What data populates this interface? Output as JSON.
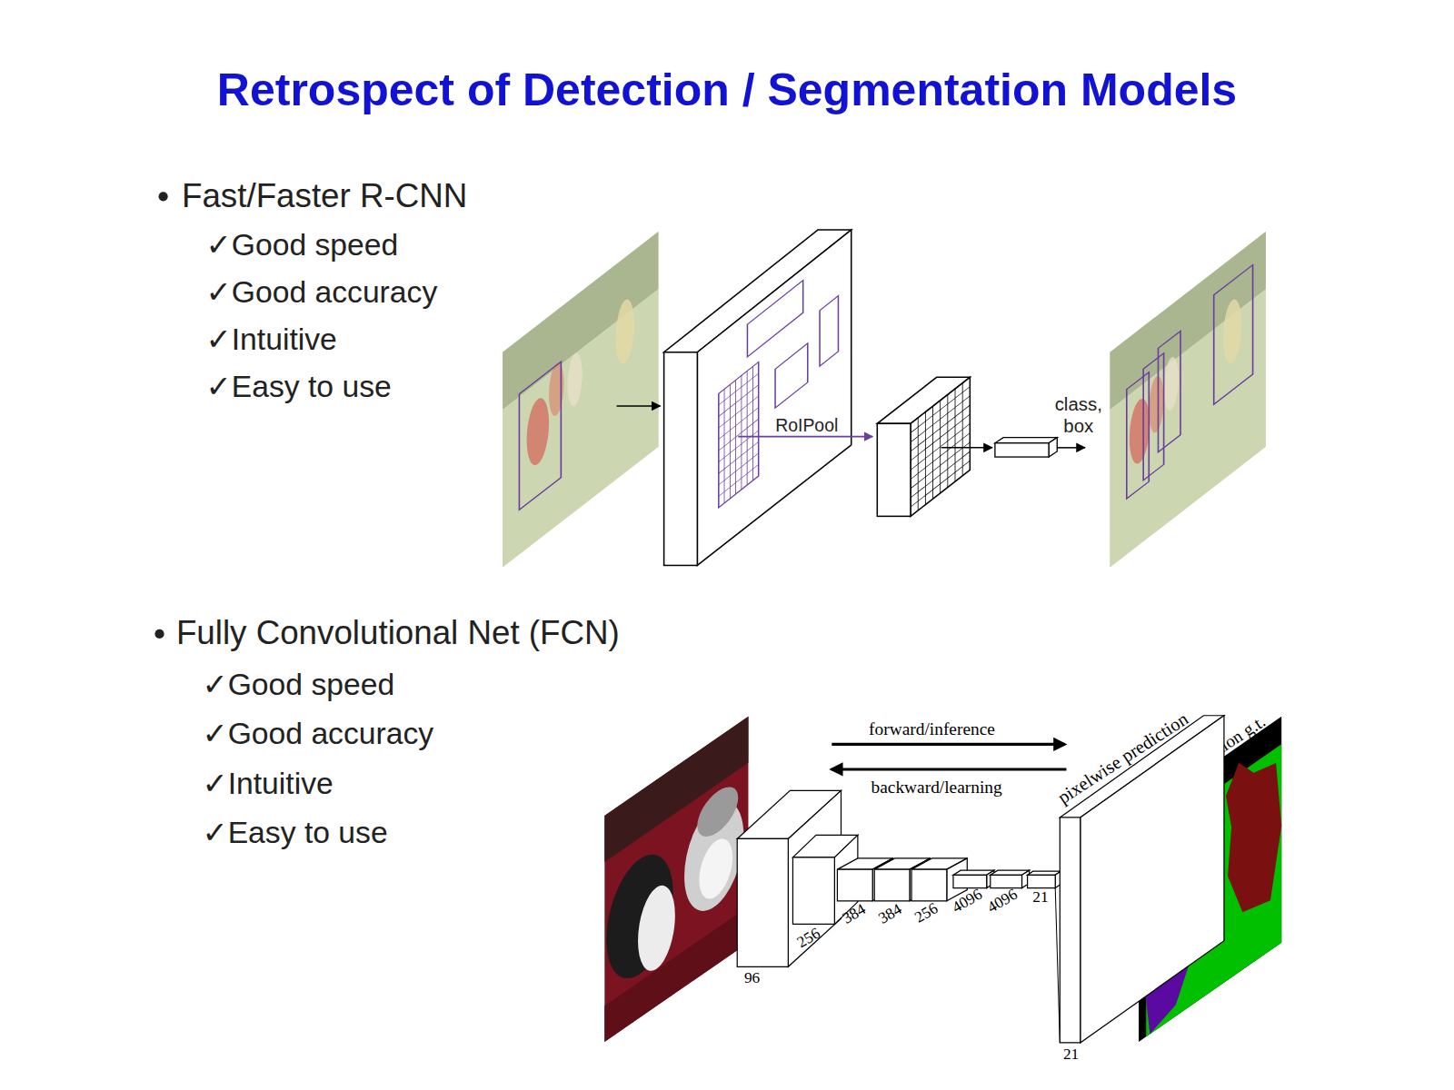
{
  "diagram": {
    "title": "Retrospect of Detection / Segmentation Models",
    "nodes": [
      {
        "text": [
          "96"
        ]
      },
      {
        "text": [
          "256"
        ]
      },
      {
        "text": [
          "384"
        ]
      },
      {
        "text": [
          "384"
        ]
      },
      {
        "text": [
          "256"
        ]
      },
      {
        "text": [
          "4096"
        ]
      },
      {
        "text": [
          "4096"
        ]
      },
      {
        "text": [
          "21"
        ]
      },
      {
        "text": [
          "pixelwise prediction",
          "21"
        ]
      }
    ],
    "labels": [
      "Fast/Faster R-CNN",
      "✓Good speed",
      "✓Good accuracy",
      "✓Intuitive",
      "✓Easy to use",
      "RoIPool",
      "class, box",
      "Fully Convolutional Net (FCN)",
      "✓Good speed",
      "✓Good accuracy",
      "✓Intuitive",
      "✓Easy to use",
      "forward/inference",
      "backward/learning",
      "segmentation g.t."
    ]
  }
}
